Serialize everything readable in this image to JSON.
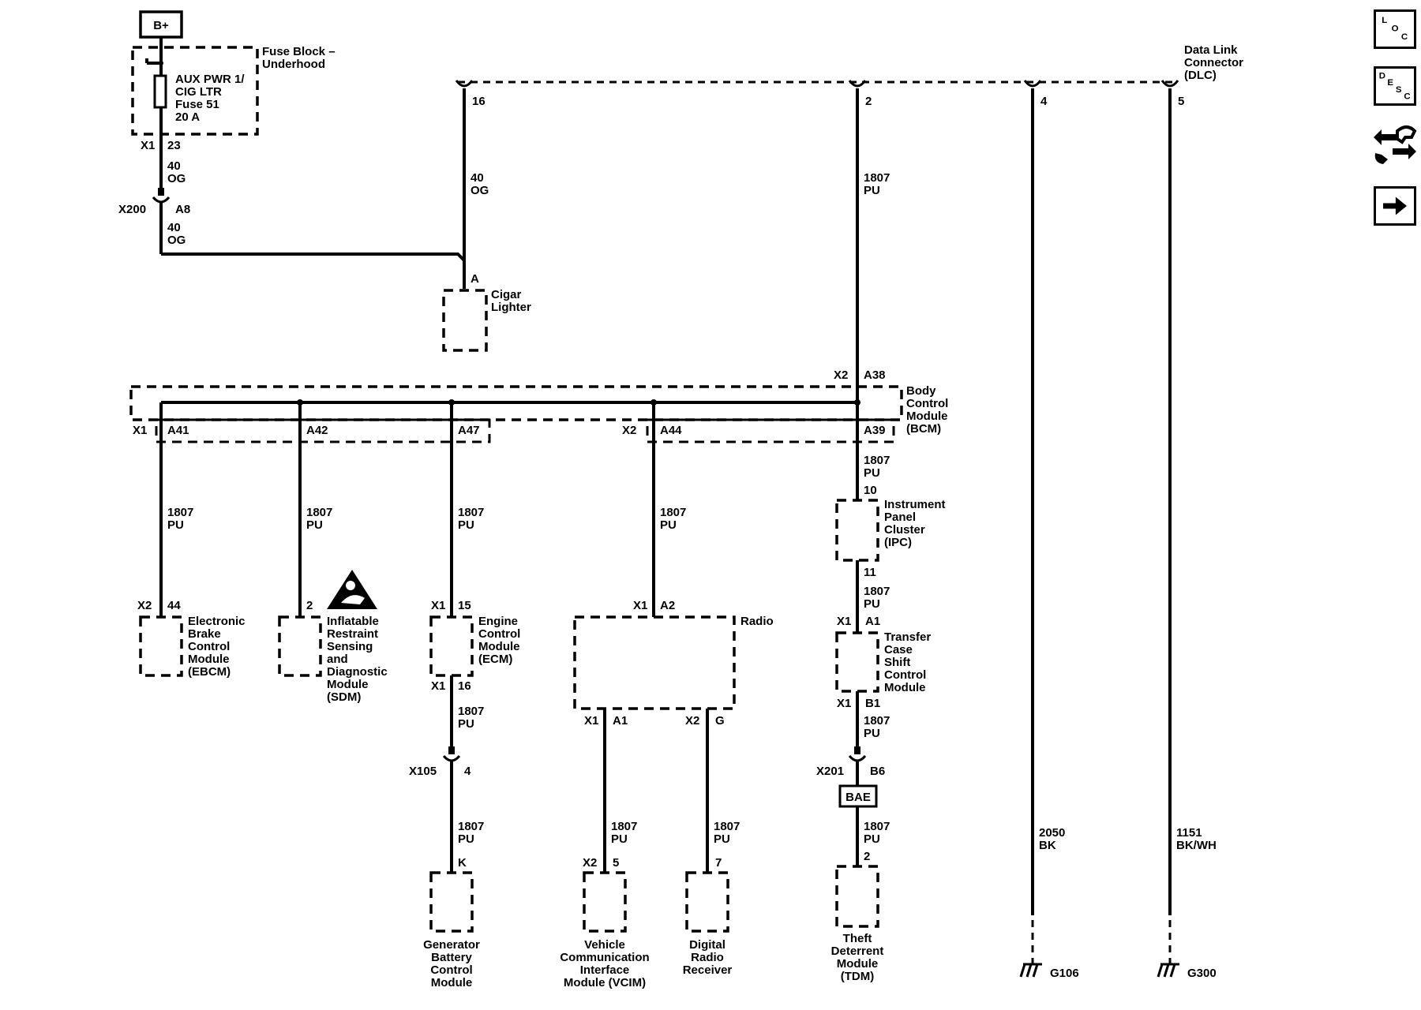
{
  "power": {
    "label": "B+"
  },
  "fuse_block": {
    "title_line1": "Fuse Block –",
    "title_line2": "Underhood",
    "fuse_lines": [
      "AUX PWR 1/",
      "CIG LTR",
      "Fuse 51",
      "20 A"
    ],
    "connector": "X1",
    "pin": "23"
  },
  "wire_40_og": {
    "circuit": "40",
    "color": "OG"
  },
  "inline_x200": {
    "connector": "X200",
    "pin": "A8"
  },
  "cigar_lighter": {
    "line1": "Cigar",
    "line2": "Lighter",
    "pin": "A"
  },
  "dlc": {
    "line1": "Data Link",
    "line2": "Connector",
    "line3": "(DLC)",
    "pins": [
      "16",
      "2",
      "4",
      "5"
    ]
  },
  "wire_1807_pu": {
    "circuit": "1807",
    "color": "PU"
  },
  "bcm": {
    "lines": [
      "Body",
      "Control",
      "Module",
      "(BCM)"
    ],
    "connector_x2": "X2",
    "pin_a38": "A38",
    "connector_x1": "X1",
    "pins": [
      "A41",
      "A42",
      "A47",
      "A44",
      "A39"
    ]
  },
  "ebcm": {
    "lines": [
      "Electronic",
      "Brake",
      "Control",
      "Module",
      "(EBCM)"
    ],
    "connector": "X2",
    "pin": "44"
  },
  "sdm": {
    "lines": [
      "Inflatable",
      "Restraint",
      "Sensing",
      "and",
      "Diagnostic",
      "Module",
      "(SDM)"
    ],
    "pin": "2"
  },
  "ecm": {
    "lines": [
      "Engine",
      "Control",
      "Module",
      "(ECM)"
    ],
    "connector": "X1",
    "pin_in": "15",
    "pin_out": "16"
  },
  "radio": {
    "label": "Radio",
    "connector_in": "X1",
    "pin_in": "A2",
    "connector_a1": "X1",
    "pin_a1": "A1",
    "connector_g": "X2",
    "pin_g": "G"
  },
  "ipc": {
    "lines": [
      "Instrument",
      "Panel",
      "Cluster",
      "(IPC)"
    ],
    "pin_in": "10",
    "pin_out": "11"
  },
  "tcscm": {
    "lines": [
      "Transfer",
      "Case",
      "Shift",
      "Control",
      "Module"
    ],
    "connector": "X1",
    "pin_in": "A1",
    "pin_out": "B1"
  },
  "inline_x105": {
    "connector": "X105",
    "pin": "4"
  },
  "inline_x201": {
    "connector": "X201",
    "pin": "B6"
  },
  "bae": {
    "label": "BAE"
  },
  "gbcm": {
    "lines": [
      "Generator",
      "Battery",
      "Control",
      "Module"
    ],
    "pin": "K"
  },
  "vcim": {
    "lines": [
      "Vehicle",
      "Communication",
      "Interface",
      "Module (VCIM)"
    ],
    "connector": "X2",
    "pin": "5"
  },
  "drr": {
    "lines": [
      "Digital",
      "Radio",
      "Receiver"
    ],
    "pin": "7"
  },
  "tdm": {
    "lines": [
      "Theft",
      "Deterrent",
      "Module",
      "(TDM)"
    ],
    "pin": "2"
  },
  "ground_g106": {
    "circuit": "2050",
    "color": "BK",
    "label": "G106"
  },
  "ground_g300": {
    "circuit": "1151",
    "color": "BK/WH",
    "label": "G300"
  },
  "side_buttons": [
    {
      "name": "location",
      "letters": [
        "L",
        "O",
        "C"
      ]
    },
    {
      "name": "description",
      "letters": [
        "D",
        "E",
        "S",
        "C"
      ]
    },
    {
      "name": "repair",
      "icon": "wrench-arrows-icon"
    },
    {
      "name": "next",
      "icon": "arrow-right-icon"
    }
  ]
}
